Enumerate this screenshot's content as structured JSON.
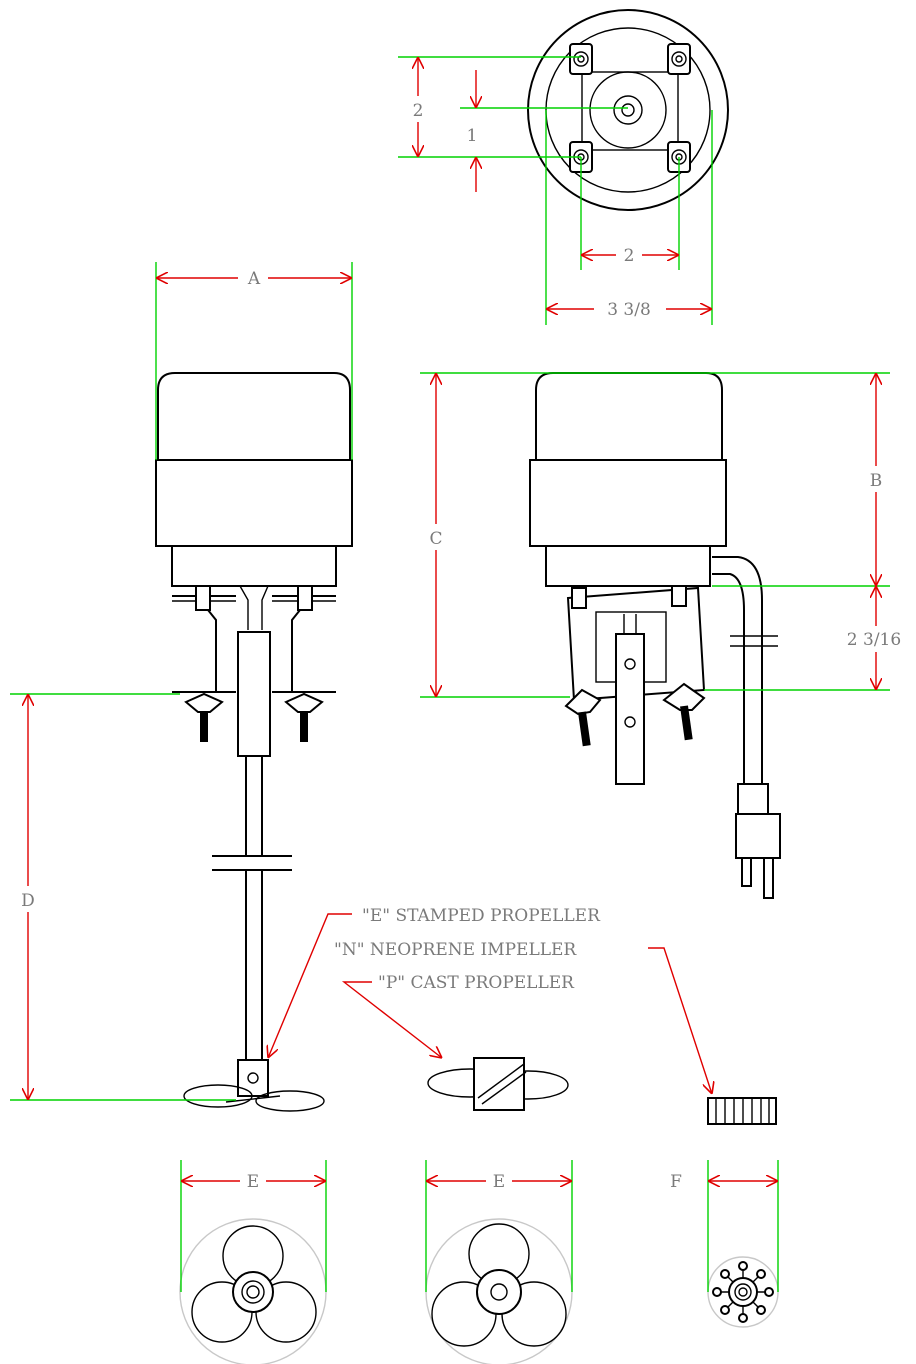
{
  "top_view": {
    "dim_mount_outer": "2",
    "dim_mount_inner": "1",
    "dim_mount_width": "2",
    "dim_overall_width": "3 3/8"
  },
  "front_view": {
    "dim_a": "A",
    "dim_d": "D"
  },
  "side_view": {
    "dim_c": "C",
    "dim_b": "B",
    "dim_clamp": "2 3/16"
  },
  "callouts": {
    "stamped_propeller": "\"E\" STAMPED PROPELLER",
    "neoprene_impeller": "\"N\" NEOPRENE IMPELLER",
    "cast_propeller": "\"P\" CAST PROPELLER"
  },
  "bottom_views": {
    "dim_e_stamped": "E",
    "dim_e_cast": "E",
    "dim_f": "F"
  },
  "colors": {
    "outline": "#000000",
    "extension_lines": "#00d200",
    "dimension_lines": "#e00000",
    "labels": "#7a7a7a"
  }
}
